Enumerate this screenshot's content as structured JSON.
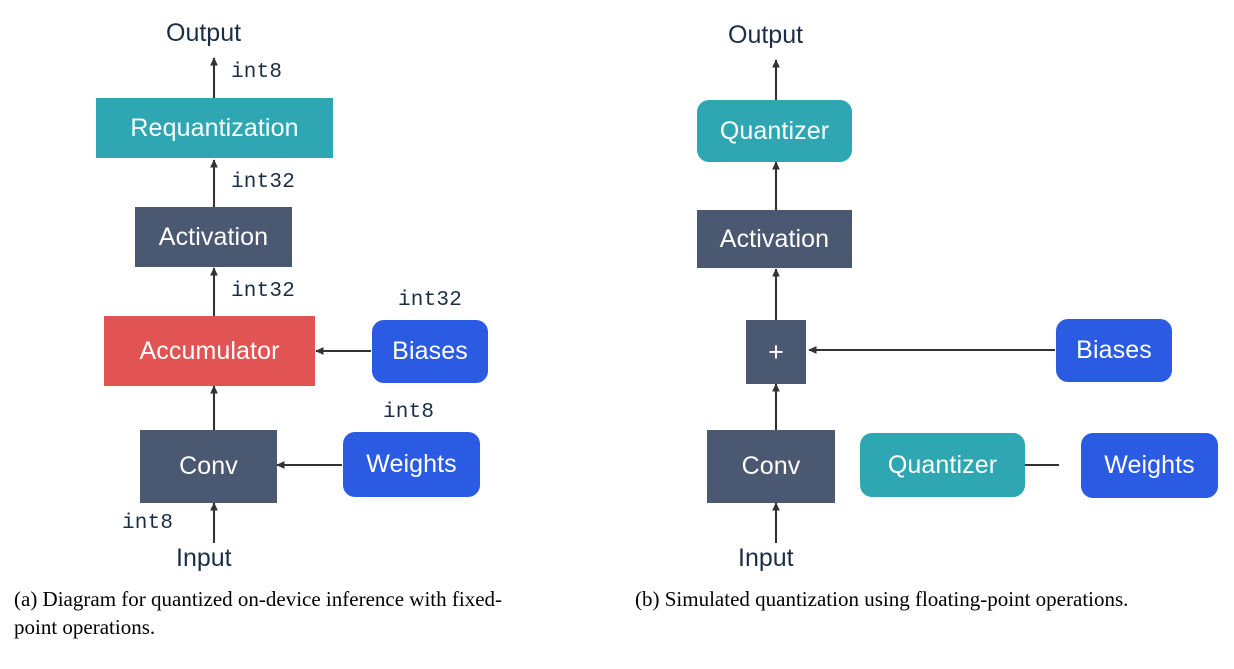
{
  "figure": {
    "title": "Quantization diagrams",
    "colors": {
      "teal": "#2EA7B3",
      "slate": "#4A5871",
      "red": "#E25454",
      "blue": "#2B5BE2",
      "label_text": "#1B2E45",
      "arrow": "#333333",
      "background": "#FFFFFF",
      "node_text": "#FFFFFF"
    }
  },
  "panels": [
    {
      "id": "a",
      "caption": "(a) Diagram for quantized on-device inference with fixed-point operations.",
      "io_labels": {
        "output": "Output",
        "input": "Input"
      },
      "nodes": [
        {
          "key": "requantization",
          "label": "Requantization",
          "color": "teal",
          "shape": "rect"
        },
        {
          "key": "activation",
          "label": "Activation",
          "color": "slate",
          "shape": "rect"
        },
        {
          "key": "accumulator",
          "label": "Accumulator",
          "color": "red",
          "shape": "rect"
        },
        {
          "key": "conv",
          "label": "Conv",
          "color": "slate",
          "shape": "rect"
        },
        {
          "key": "biases",
          "label": "Biases",
          "color": "blue",
          "shape": "rounded"
        },
        {
          "key": "weights",
          "label": "Weights",
          "color": "blue",
          "shape": "rounded"
        }
      ],
      "edge_labels": {
        "output_dtype": "int8",
        "requant_in_dtype": "int32",
        "activation_in_dtype": "int32",
        "biases_dtype": "int32",
        "weights_dtype": "int8",
        "input_dtype": "int8"
      }
    },
    {
      "id": "b",
      "caption": "(b) Simulated quantization using floating-point operations.",
      "io_labels": {
        "output": "Output",
        "input": "Input"
      },
      "nodes": [
        {
          "key": "quantizer-out",
          "label": "Quantizer",
          "color": "teal",
          "shape": "rounded"
        },
        {
          "key": "activation",
          "label": "Activation",
          "color": "slate",
          "shape": "rect"
        },
        {
          "key": "add",
          "label": "+",
          "color": "slate",
          "shape": "rect"
        },
        {
          "key": "conv",
          "label": "Conv",
          "color": "slate",
          "shape": "rect"
        },
        {
          "key": "biases",
          "label": "Biases",
          "color": "blue",
          "shape": "rounded"
        },
        {
          "key": "quantizer-weights",
          "label": "Quantizer",
          "color": "teal",
          "shape": "rounded"
        },
        {
          "key": "weights",
          "label": "Weights",
          "color": "blue",
          "shape": "rounded"
        }
      ],
      "edge_labels": {}
    }
  ]
}
